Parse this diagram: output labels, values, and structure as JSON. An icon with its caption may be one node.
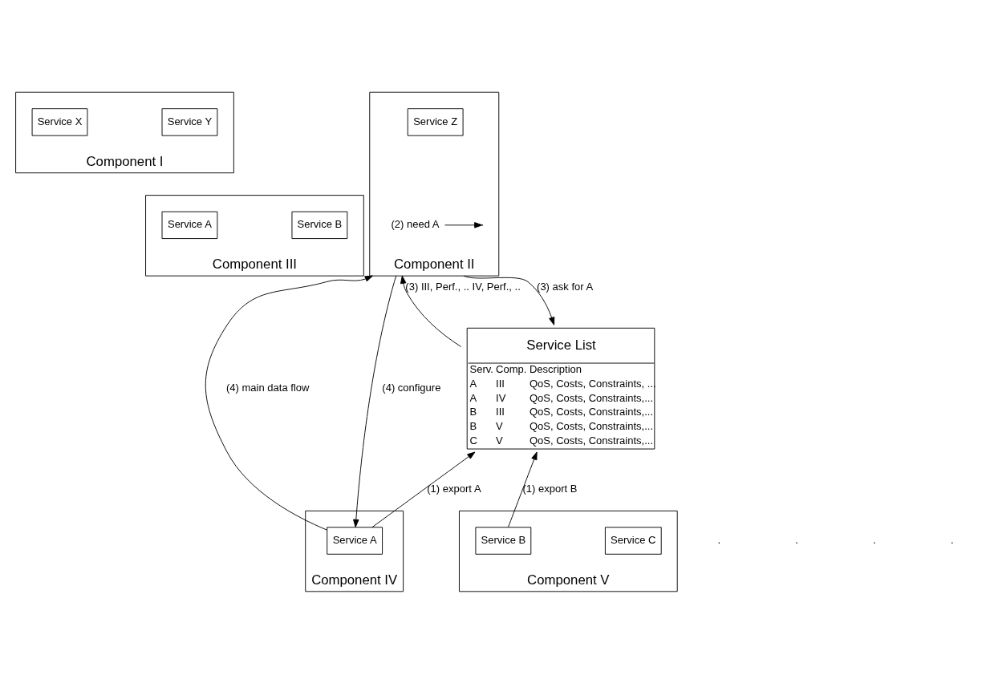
{
  "diagram": {
    "nodes": [
      {
        "text": [
          "Component I"
        ]
      },
      {
        "text": [
          "Service X"
        ],
        "in": 0
      },
      {
        "text": [
          "Service Y"
        ],
        "in": 0
      },
      {
        "text": [
          "Component II"
        ]
      },
      {
        "text": [
          "Service Z"
        ],
        "in": 3
      },
      {
        "text": [
          "(2) need A"
        ],
        "in": 3
      },
      {
        "text": [
          "Service List",
          "Serv.",
          "Comp.",
          "Description",
          "A",
          "III",
          "QoS, Costs, Constraints, ...",
          "A",
          "IV",
          "QoS, Costs, Constraints,...",
          "B",
          "III",
          "QoS, Costs, Constraints,...",
          "B",
          "V",
          "QoS, Costs, Constraints,...",
          "C",
          "V",
          "QoS, Costs, Constraints,..."
        ]
      },
      {
        "text": [
          "Component III"
        ]
      },
      {
        "text": [
          "Service A"
        ],
        "in": 7
      },
      {
        "text": [
          "Service B"
        ],
        "in": 7
      },
      {
        "text": [
          "Component IV"
        ]
      },
      {
        "text": [
          "Service A"
        ],
        "in": 10
      },
      {
        "text": [
          "Component V"
        ]
      },
      {
        "text": [
          "Service B"
        ],
        "in": 12
      },
      {
        "text": [
          "Service C"
        ],
        "in": 12
      }
    ],
    "edges": [
      {
        "from": 5,
        "to": null,
        "arrow": "to"
      },
      {
        "from": 3,
        "to": 6,
        "arrow": "to",
        "label": "(3) ask for A"
      },
      {
        "from": 6,
        "to": 3,
        "arrow": "to",
        "label": "(3) III, Perf., .. IV, Perf., .."
      },
      {
        "from": 11,
        "to": 3,
        "arrow": "to",
        "label": "(4) main data flow"
      },
      {
        "from": 3,
        "to": 11,
        "arrow": "to",
        "label": "(4) configure"
      },
      {
        "from": 11,
        "to": 6,
        "arrow": "to",
        "label": "(1) export A"
      },
      {
        "from": 13,
        "to": 6,
        "arrow": "to",
        "label": "(1) export B"
      }
    ],
    "labels": [
      ".",
      ".",
      ".",
      "."
    ]
  }
}
